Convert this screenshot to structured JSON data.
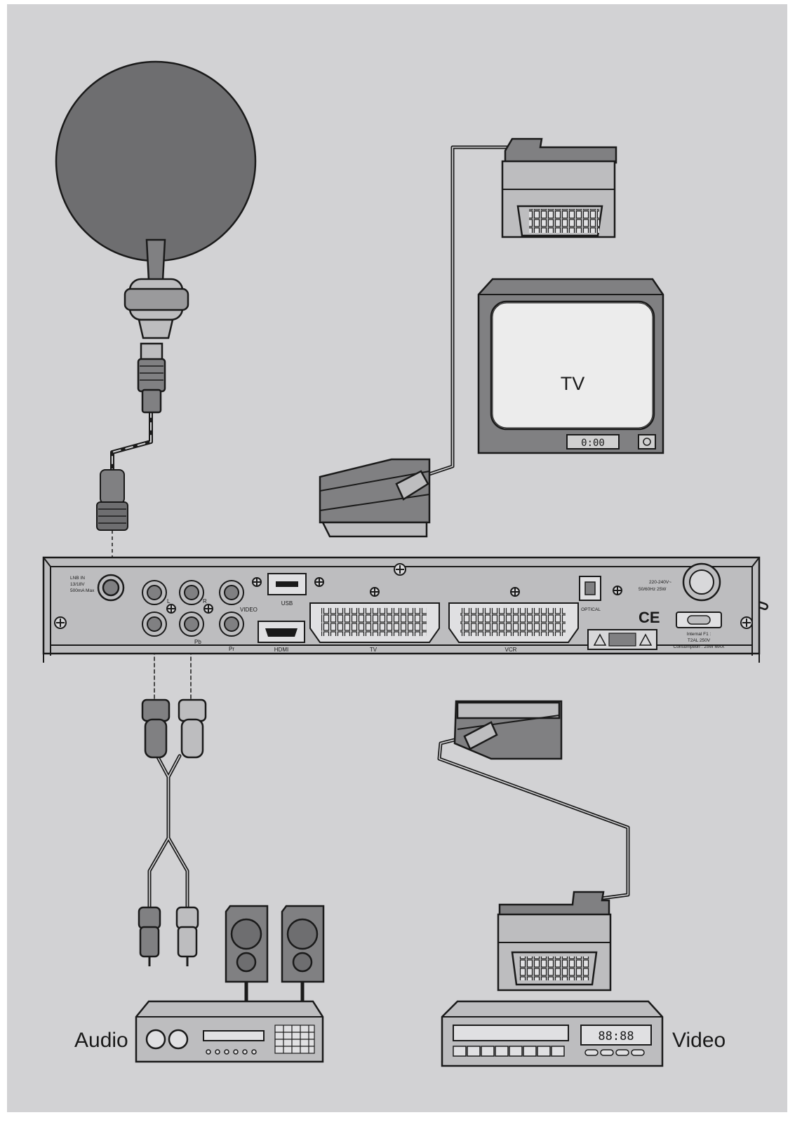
{
  "colors": {
    "background": "#d2d2d4",
    "device_fill": "#bdbdbf",
    "dark_fill": "#808082",
    "dish_fill": "#6e6e70",
    "line": "#1a1a1a"
  },
  "labels": {
    "tv": "TV",
    "audio": "Audio",
    "video": "Video"
  },
  "tv_display": "0:00",
  "vcr_display": "88:88",
  "panel": {
    "lnb_in": [
      "LNB IN",
      "13/18V",
      "500mA Max"
    ],
    "audio_l": "L",
    "audio_r": "R",
    "video": "VIDEO",
    "pb": "Pb",
    "pr": "Pr",
    "usb": "USB",
    "hdmi": "HDMI",
    "scart_tv": "TV",
    "scart_vcr": "VCR",
    "optical": "OPTICAL",
    "power_rating": [
      "220-240V~",
      "50/60Hz 25W"
    ],
    "ce_mark": "CE",
    "fuse": [
      "Internal F1 :",
      "T2AL 250V",
      "Consumption : 25W MAX"
    ]
  },
  "icons": [
    "satellite-dish-icon",
    "f-connector-icon",
    "scart-plug-icon",
    "tv-set-icon",
    "rca-plug-icon",
    "speaker-icon",
    "audio-amplifier-icon",
    "vcr-icon",
    "screw-icon",
    "warning-icon"
  ]
}
